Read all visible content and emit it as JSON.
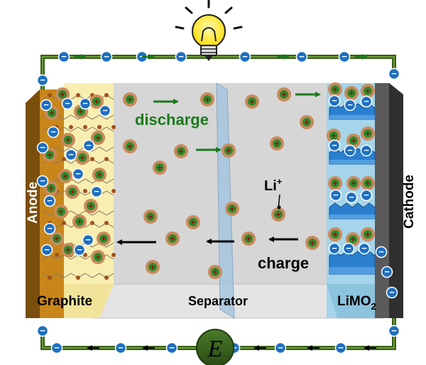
{
  "labels": {
    "discharge": "discharge",
    "charge": "charge",
    "anode": "Anode",
    "cathode": "Cathode",
    "graphite": "Graphite",
    "separator": "Separator",
    "limo2_main": "LiMO",
    "limo2_sub": "2",
    "li_ion": "Li",
    "li_ion_sup": "+",
    "emf": "E"
  },
  "symbols": {
    "electron": "−",
    "ion": "+"
  },
  "colors": {
    "wire": "#3b5e1a",
    "wire_highlight": "#6a9a3a",
    "electron_fill": "#1e6fc0",
    "ion_outer": "#c98a5a",
    "ion_inner": "#2f8a2f",
    "electrolyte": "#d6d6d6",
    "anode_current_collector": "#c8861a",
    "graphite": "#f8eeb0",
    "separator": "#a7c6e0",
    "cathode_current_collector": "#4a4a4a",
    "cathode_material": "#a6d4ea",
    "arrow_discharge": "#1a7a1a",
    "arrow_charge": "#000000",
    "bulb": "#ffe600"
  },
  "icons": {
    "bulb": "light-bulb-icon",
    "emf": "voltage-source-icon"
  }
}
